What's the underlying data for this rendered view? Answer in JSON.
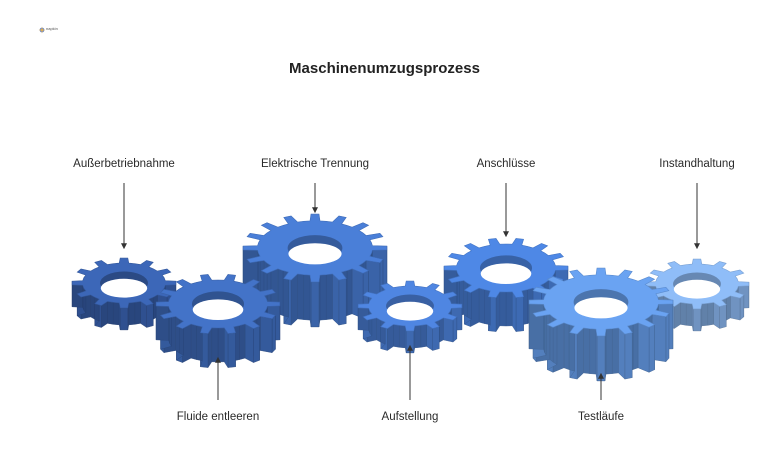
{
  "branding": {
    "logo_text": "napkin",
    "logo_icon": "sparkle-icon"
  },
  "title": "Maschinenumzugsprozess",
  "steps": [
    {
      "label": "Außerbetriebnahme",
      "position": "top",
      "color": "#3c67b8"
    },
    {
      "label": "Fluide entleeren",
      "position": "bottom",
      "color": "#4373c8"
    },
    {
      "label": "Elektrische Trennung",
      "position": "top",
      "color": "#4a7fd8"
    },
    {
      "label": "Aufstellung",
      "position": "bottom",
      "color": "#4f86e2"
    },
    {
      "label": "Anschlüsse",
      "position": "top",
      "color": "#4e88e6"
    },
    {
      "label": "Testläufe",
      "position": "bottom",
      "color": "#6aa3f2"
    },
    {
      "label": "Instandhaltung",
      "position": "top",
      "color": "#8fbdf8"
    }
  ]
}
